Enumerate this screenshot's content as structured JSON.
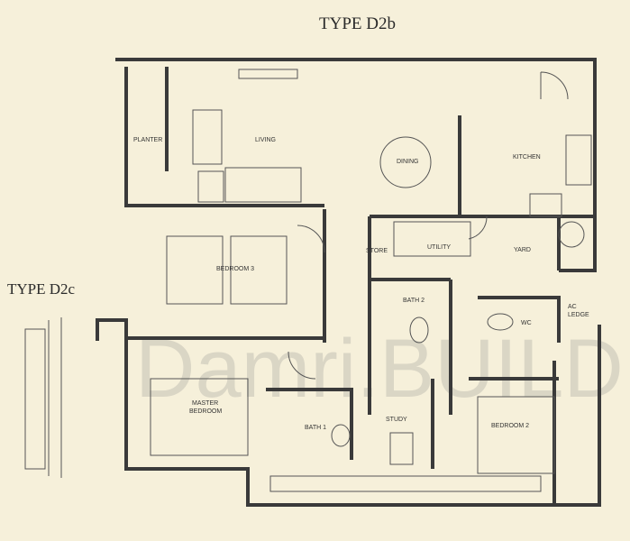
{
  "titles": {
    "main": "TYPE D2b",
    "alt": "TYPE D2c"
  },
  "watermark": "Damri.BUILD",
  "rooms": {
    "planter": "PLANTER",
    "living": "LIVING",
    "dining": "DINING",
    "kitchen": "KITCHEN",
    "bedroom3": "BEDROOM 3",
    "store": "STORE",
    "utility": "UTILITY",
    "yard": "YARD",
    "bath2": "BATH 2",
    "wc": "WC",
    "ac_ledge_1": "AC",
    "ac_ledge_2": "LEDGE",
    "master_1": "MASTER",
    "master_2": "BEDROOM",
    "bath1": "BATH 1",
    "study": "STUDY",
    "bedroom2": "BEDROOM 2"
  }
}
